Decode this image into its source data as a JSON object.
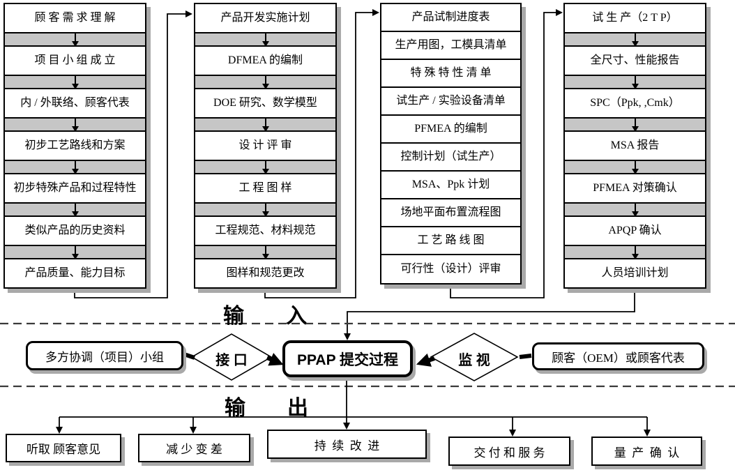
{
  "columns": [
    {
      "name": "plan-and-define",
      "items": [
        "顾 客 需 求 理 解",
        "项 目 小 组 成 立",
        "内 / 外联络、顾客代表",
        "初步工艺路线和方案",
        "初步特殊产品和过程特性",
        "类似产品的历史资料",
        "产品质量、能力目标"
      ]
    },
    {
      "name": "product-design",
      "items": [
        "产品开发实施计划",
        "DFMEA 的编制",
        "DOE 研究、数学模型",
        "设  计  评  审",
        "工  程  图  样",
        "工程规范、材料规范",
        "图样和规范更改"
      ]
    },
    {
      "name": "process-design",
      "items": [
        "产品试制进度表",
        "生产用图，工模具清单",
        "特 殊 特 性 清 单",
        "试生产 / 实验设备清单",
        "PFMEA 的编制",
        "控制计划（试生产）",
        "MSA、Ppk 计划",
        "场地平面布置流程图",
        "工 艺 路 线 图",
        "可行性（设计）评审"
      ]
    },
    {
      "name": "validation",
      "items": [
        "试 生 产（2 T P）",
        "全尺寸、性能报告",
        "SPC（Ppk, ,Cmk）",
        "MSA 报告",
        "PFMEA 对策确认",
        "APQP 确认",
        "人员培训计划"
      ]
    }
  ],
  "labels": {
    "input": "输　　入",
    "output": "输　　出"
  },
  "center": {
    "team_box": "多方协调（项目）小组",
    "interface_diamond": "接 口",
    "main_process": "PPAP 提交过程",
    "monitor_diamond": "监 视",
    "customer_box": "顾客（OEM）或顾客代表"
  },
  "outputs": [
    "听取 顾客意见",
    "减 少 变 差",
    "持  续  改  进",
    "交 付 和 服 务",
    "量  产  确  认"
  ],
  "colors": {
    "background": "#ffffff",
    "box_fill": "#ffffff",
    "separator_gray": "#c6c6c6",
    "shadow_gray": "#a9a9a9",
    "line_black": "#000000"
  }
}
